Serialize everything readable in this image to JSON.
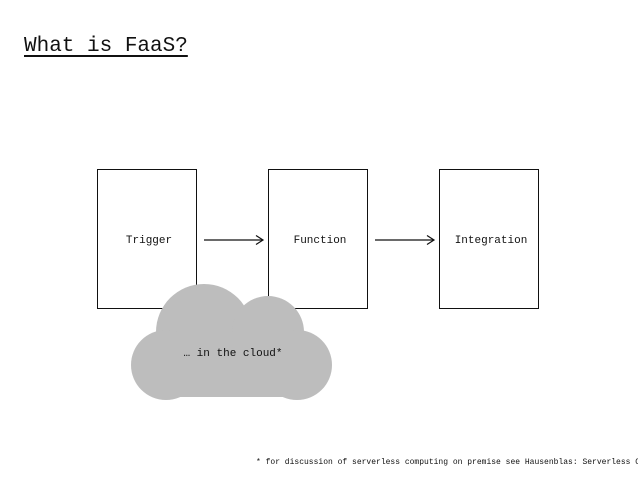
{
  "title": "What is FaaS?",
  "boxes": [
    {
      "label": "Trigger"
    },
    {
      "label": "Function"
    },
    {
      "label": "Integration"
    }
  ],
  "cloud": {
    "label": "… in the cloud*",
    "color": "#bdbdbd"
  },
  "footnote": "* for discussion of serverless computing on premise see Hausenblas: Serverless Ops"
}
